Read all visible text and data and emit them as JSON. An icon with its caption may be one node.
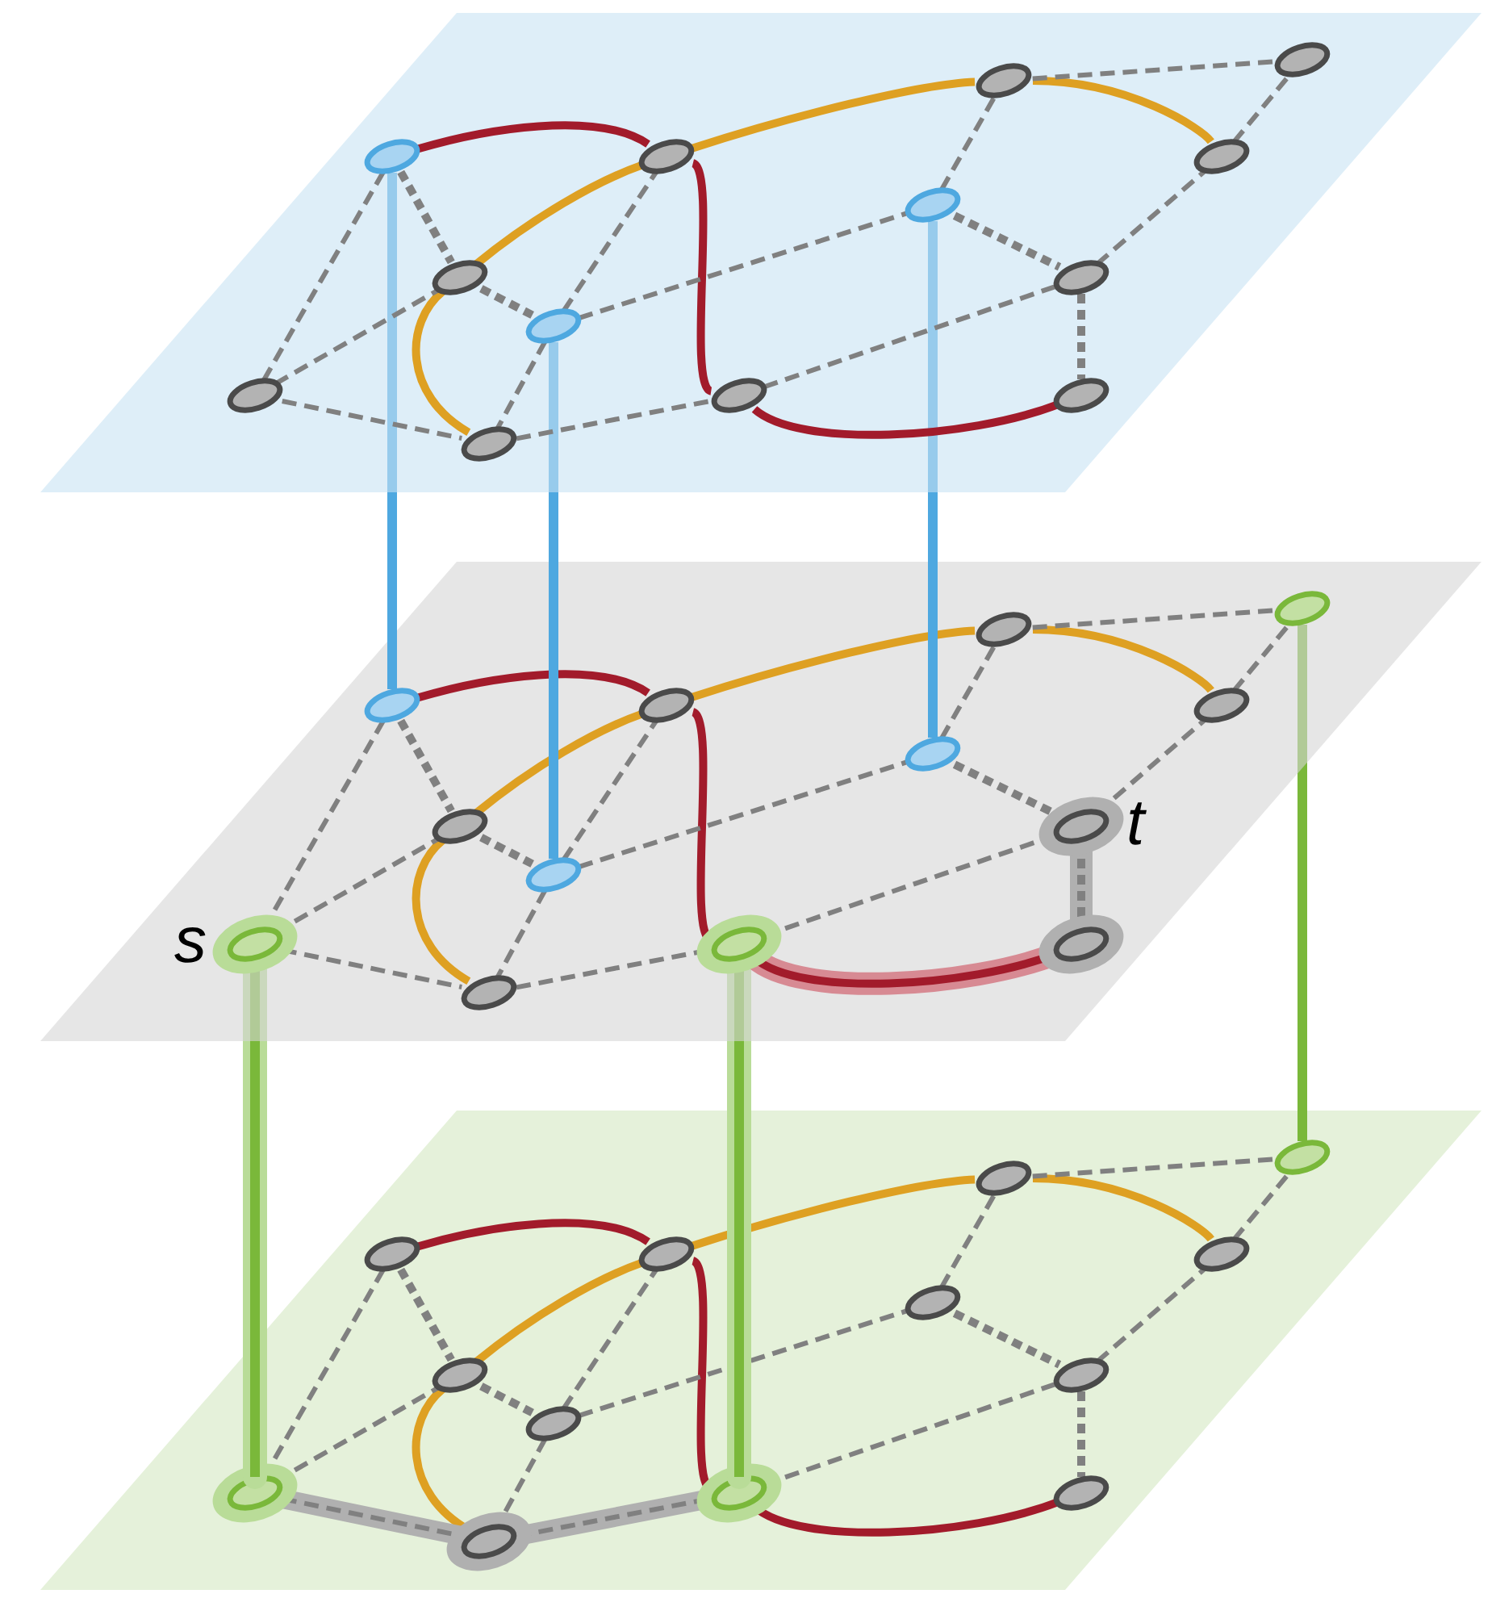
{
  "diagram": {
    "nodes": [
      {
        "text": [],
        "shape": "box"
      },
      {
        "text": [],
        "shape": "circle",
        "in": 0
      },
      {
        "text": [],
        "shape": "circle",
        "in": 0
      },
      {
        "text": [],
        "shape": "circle",
        "in": 0
      },
      {
        "text": [],
        "shape": "circle",
        "in": 0
      },
      {
        "text": [],
        "shape": "circle",
        "in": 0
      },
      {
        "text": [],
        "shape": "circle",
        "in": 0
      },
      {
        "text": [],
        "shape": "circle",
        "in": 0
      },
      {
        "text": [],
        "shape": "circle",
        "in": 0
      },
      {
        "text": [],
        "shape": "circle",
        "in": 0
      },
      {
        "text": [],
        "shape": "circle",
        "in": 0
      },
      {
        "text": [],
        "shape": "circle",
        "in": 0
      },
      {
        "text": [],
        "shape": "circle",
        "in": 0
      },
      {
        "text": [],
        "shape": "circle",
        "in": 0
      },
      {
        "text": [],
        "shape": "box"
      },
      {
        "text": [],
        "shape": "circle",
        "in": 14
      },
      {
        "text": [],
        "shape": "circle",
        "in": 14
      },
      {
        "text": [],
        "shape": "circle",
        "in": 14
      },
      {
        "text": [],
        "shape": "circle",
        "in": 14
      },
      {
        "text": [],
        "shape": "circle",
        "in": 14
      },
      {
        "text": [],
        "shape": "circle",
        "in": 14
      },
      {
        "text": [],
        "shape": "circle",
        "in": 14
      },
      {
        "text": [],
        "shape": "circle",
        "in": 14
      },
      {
        "text": [],
        "shape": "circle",
        "in": 14,
        "beside": [
          "t"
        ]
      },
      {
        "text": [],
        "shape": "circle",
        "in": 14,
        "beside": [
          "s"
        ]
      },
      {
        "text": [],
        "shape": "circle",
        "in": 14
      },
      {
        "text": [],
        "shape": "circle",
        "in": 14
      },
      {
        "text": [],
        "shape": "circle",
        "in": 14
      },
      {
        "text": [],
        "shape": "box"
      },
      {
        "text": [],
        "shape": "circle",
        "in": 28
      },
      {
        "text": [],
        "shape": "circle",
        "in": 28
      },
      {
        "text": [],
        "shape": "circle",
        "in": 28
      },
      {
        "text": [],
        "shape": "circle",
        "in": 28
      },
      {
        "text": [],
        "shape": "circle",
        "in": 28
      },
      {
        "text": [],
        "shape": "circle",
        "in": 28
      },
      {
        "text": [],
        "shape": "circle",
        "in": 28
      },
      {
        "text": [],
        "shape": "circle",
        "in": 28
      },
      {
        "text": [],
        "shape": "circle",
        "in": 28
      },
      {
        "text": [],
        "shape": "circle",
        "in": 28
      },
      {
        "text": [],
        "shape": "circle",
        "in": 28
      },
      {
        "text": [],
        "shape": "circle",
        "in": 28
      },
      {
        "text": [],
        "shape": "circle",
        "in": 28
      }
    ],
    "edges": [
      {
        "from": 1,
        "to": 2,
        "arrow": "none",
        "color": "#a21b2b"
      },
      {
        "from": 2,
        "to": 11,
        "arrow": "none",
        "color": "#a21b2b"
      },
      {
        "from": 11,
        "to": 12,
        "arrow": "none",
        "color": "#a21b2b"
      },
      {
        "from": 13,
        "to": 7,
        "arrow": "none",
        "color": "#dea022"
      },
      {
        "from": 7,
        "to": 2,
        "arrow": "none",
        "color": "#dea022"
      },
      {
        "from": 2,
        "to": 3,
        "arrow": "none",
        "color": "#dea022"
      },
      {
        "from": 3,
        "to": 5,
        "arrow": "none",
        "color": "#dea022"
      },
      {
        "from": 1,
        "to": 7,
        "arrow": "none",
        "style": "dashed"
      },
      {
        "from": 1,
        "to": 10,
        "arrow": "none",
        "style": "dashed"
      },
      {
        "from": 10,
        "to": 7,
        "arrow": "none",
        "style": "dashed"
      },
      {
        "from": 7,
        "to": 8,
        "arrow": "none",
        "style": "dashed"
      },
      {
        "from": 8,
        "to": 2,
        "arrow": "none",
        "style": "dashed"
      },
      {
        "from": 8,
        "to": 13,
        "arrow": "none",
        "style": "dashed"
      },
      {
        "from": 10,
        "to": 13,
        "arrow": "none",
        "style": "dashed"
      },
      {
        "from": 13,
        "to": 11,
        "arrow": "none",
        "style": "dashed"
      },
      {
        "from": 8,
        "to": 6,
        "arrow": "none",
        "style": "dashed"
      },
      {
        "from": 11,
        "to": 9,
        "arrow": "none",
        "style": "dashed"
      },
      {
        "from": 6,
        "to": 9,
        "arrow": "none",
        "style": "dashed"
      },
      {
        "from": 6,
        "to": 3,
        "arrow": "none",
        "style": "dashed"
      },
      {
        "from": 9,
        "to": 5,
        "arrow": "none",
        "style": "dashed"
      },
      {
        "from": 5,
        "to": 4,
        "arrow": "none",
        "style": "dashed"
      },
      {
        "from": 3,
        "to": 4,
        "arrow": "none",
        "style": "dashed"
      },
      {
        "from": 9,
        "to": 12,
        "arrow": "none",
        "style": "dashed"
      },
      {
        "from": 15,
        "to": 16,
        "arrow": "none",
        "color": "#a21b2b"
      },
      {
        "from": 16,
        "to": 25,
        "arrow": "none",
        "color": "#a21b2b"
      },
      {
        "from": 25,
        "to": 26,
        "arrow": "none",
        "color": "#a21b2b"
      },
      {
        "from": 27,
        "to": 21,
        "arrow": "none",
        "color": "#dea022"
      },
      {
        "from": 21,
        "to": 16,
        "arrow": "none",
        "color": "#dea022"
      },
      {
        "from": 16,
        "to": 17,
        "arrow": "none",
        "color": "#dea022"
      },
      {
        "from": 17,
        "to": 19,
        "arrow": "none",
        "color": "#dea022"
      },
      {
        "from": 15,
        "to": 21,
        "arrow": "none",
        "style": "dashed"
      },
      {
        "from": 15,
        "to": 24,
        "arrow": "none",
        "style": "dashed"
      },
      {
        "from": 24,
        "to": 21,
        "arrow": "none",
        "style": "dashed"
      },
      {
        "from": 21,
        "to": 22,
        "arrow": "none",
        "style": "dashed"
      },
      {
        "from": 22,
        "to": 16,
        "arrow": "none",
        "style": "dashed"
      },
      {
        "from": 22,
        "to": 27,
        "arrow": "none",
        "style": "dashed"
      },
      {
        "from": 24,
        "to": 27,
        "arrow": "none",
        "style": "dashed"
      },
      {
        "from": 27,
        "to": 25,
        "arrow": "none",
        "style": "dashed"
      },
      {
        "from": 22,
        "to": 20,
        "arrow": "none",
        "style": "dashed"
      },
      {
        "from": 25,
        "to": 23,
        "arrow": "none",
        "style": "dashed"
      },
      {
        "from": 20,
        "to": 23,
        "arrow": "none",
        "style": "dashed"
      },
      {
        "from": 20,
        "to": 17,
        "arrow": "none",
        "style": "dashed"
      },
      {
        "from": 23,
        "to": 19,
        "arrow": "none",
        "style": "dashed"
      },
      {
        "from": 19,
        "to": 18,
        "arrow": "none",
        "style": "dashed"
      },
      {
        "from": 17,
        "to": 18,
        "arrow": "none",
        "style": "dashed"
      },
      {
        "from": 23,
        "to": 26,
        "arrow": "none",
        "style": "dashed"
      },
      {
        "from": 29,
        "to": 30,
        "arrow": "none",
        "color": "#a21b2b"
      },
      {
        "from": 30,
        "to": 39,
        "arrow": "none",
        "color": "#a21b2b"
      },
      {
        "from": 39,
        "to": 40,
        "arrow": "none",
        "color": "#a21b2b"
      },
      {
        "from": 41,
        "to": 35,
        "arrow": "none",
        "color": "#dea022"
      },
      {
        "from": 35,
        "to": 30,
        "arrow": "none",
        "color": "#dea022"
      },
      {
        "from": 30,
        "to": 31,
        "arrow": "none",
        "color": "#dea022"
      },
      {
        "from": 31,
        "to": 33,
        "arrow": "none",
        "color": "#dea022"
      },
      {
        "from": 29,
        "to": 35,
        "arrow": "none",
        "style": "dashed"
      },
      {
        "from": 29,
        "to": 38,
        "arrow": "none",
        "style": "dashed"
      },
      {
        "from": 38,
        "to": 35,
        "arrow": "none",
        "style": "dashed"
      },
      {
        "from": 35,
        "to": 36,
        "arrow": "none",
        "style": "dashed"
      },
      {
        "from": 36,
        "to": 30,
        "arrow": "none",
        "style": "dashed"
      },
      {
        "from": 36,
        "to": 41,
        "arrow": "none",
        "style": "dashed"
      },
      {
        "from": 38,
        "to": 41,
        "arrow": "none",
        "style": "dashed"
      },
      {
        "from": 41,
        "to": 39,
        "arrow": "none",
        "style": "dashed"
      },
      {
        "from": 36,
        "to": 34,
        "arrow": "none",
        "style": "dashed"
      },
      {
        "from": 39,
        "to": 37,
        "arrow": "none",
        "style": "dashed"
      },
      {
        "from": 34,
        "to": 37,
        "arrow": "none",
        "style": "dashed"
      },
      {
        "from": 34,
        "to": 31,
        "arrow": "none",
        "style": "dashed"
      },
      {
        "from": 37,
        "to": 33,
        "arrow": "none",
        "style": "dashed"
      },
      {
        "from": 33,
        "to": 32,
        "arrow": "none",
        "style": "dashed"
      },
      {
        "from": 31,
        "to": 32,
        "arrow": "none",
        "style": "dashed"
      },
      {
        "from": 37,
        "to": 40,
        "arrow": "none",
        "style": "dashed"
      },
      {
        "from": 1,
        "to": 15,
        "arrow": "none",
        "color": "#4ea8e0"
      },
      {
        "from": 8,
        "to": 22,
        "arrow": "none",
        "color": "#4ea8e0"
      },
      {
        "from": 6,
        "to": 20,
        "arrow": "none",
        "color": "#4ea8e0"
      },
      {
        "from": 24,
        "to": 38,
        "arrow": "none",
        "color": "#7ab83a"
      },
      {
        "from": 25,
        "to": 39,
        "arrow": "none",
        "color": "#7ab83a"
      },
      {
        "from": 18,
        "to": 32,
        "arrow": "none",
        "color": "#7ab83a"
      }
    ]
  }
}
